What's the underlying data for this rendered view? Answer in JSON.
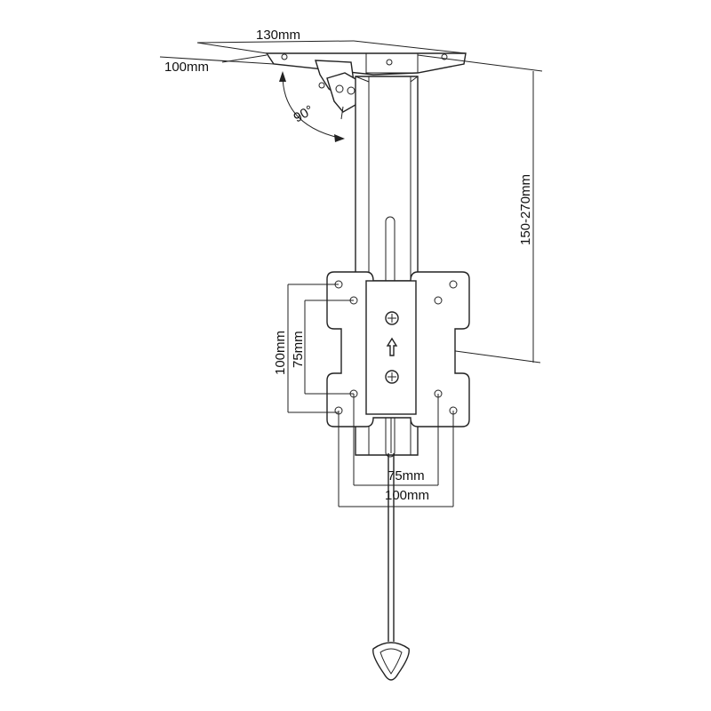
{
  "dimensions": {
    "top_width": "130mm",
    "top_depth": "100mm",
    "tilt_angle": "90°",
    "height_range": "150-270mm",
    "vesa_outer_vertical": "100mm",
    "vesa_inner_vertical": "75mm",
    "vesa_inner_horizontal": "75mm",
    "vesa_outer_horizontal": "100mm"
  },
  "colors": {
    "line": "#222222",
    "background": "#ffffff"
  }
}
